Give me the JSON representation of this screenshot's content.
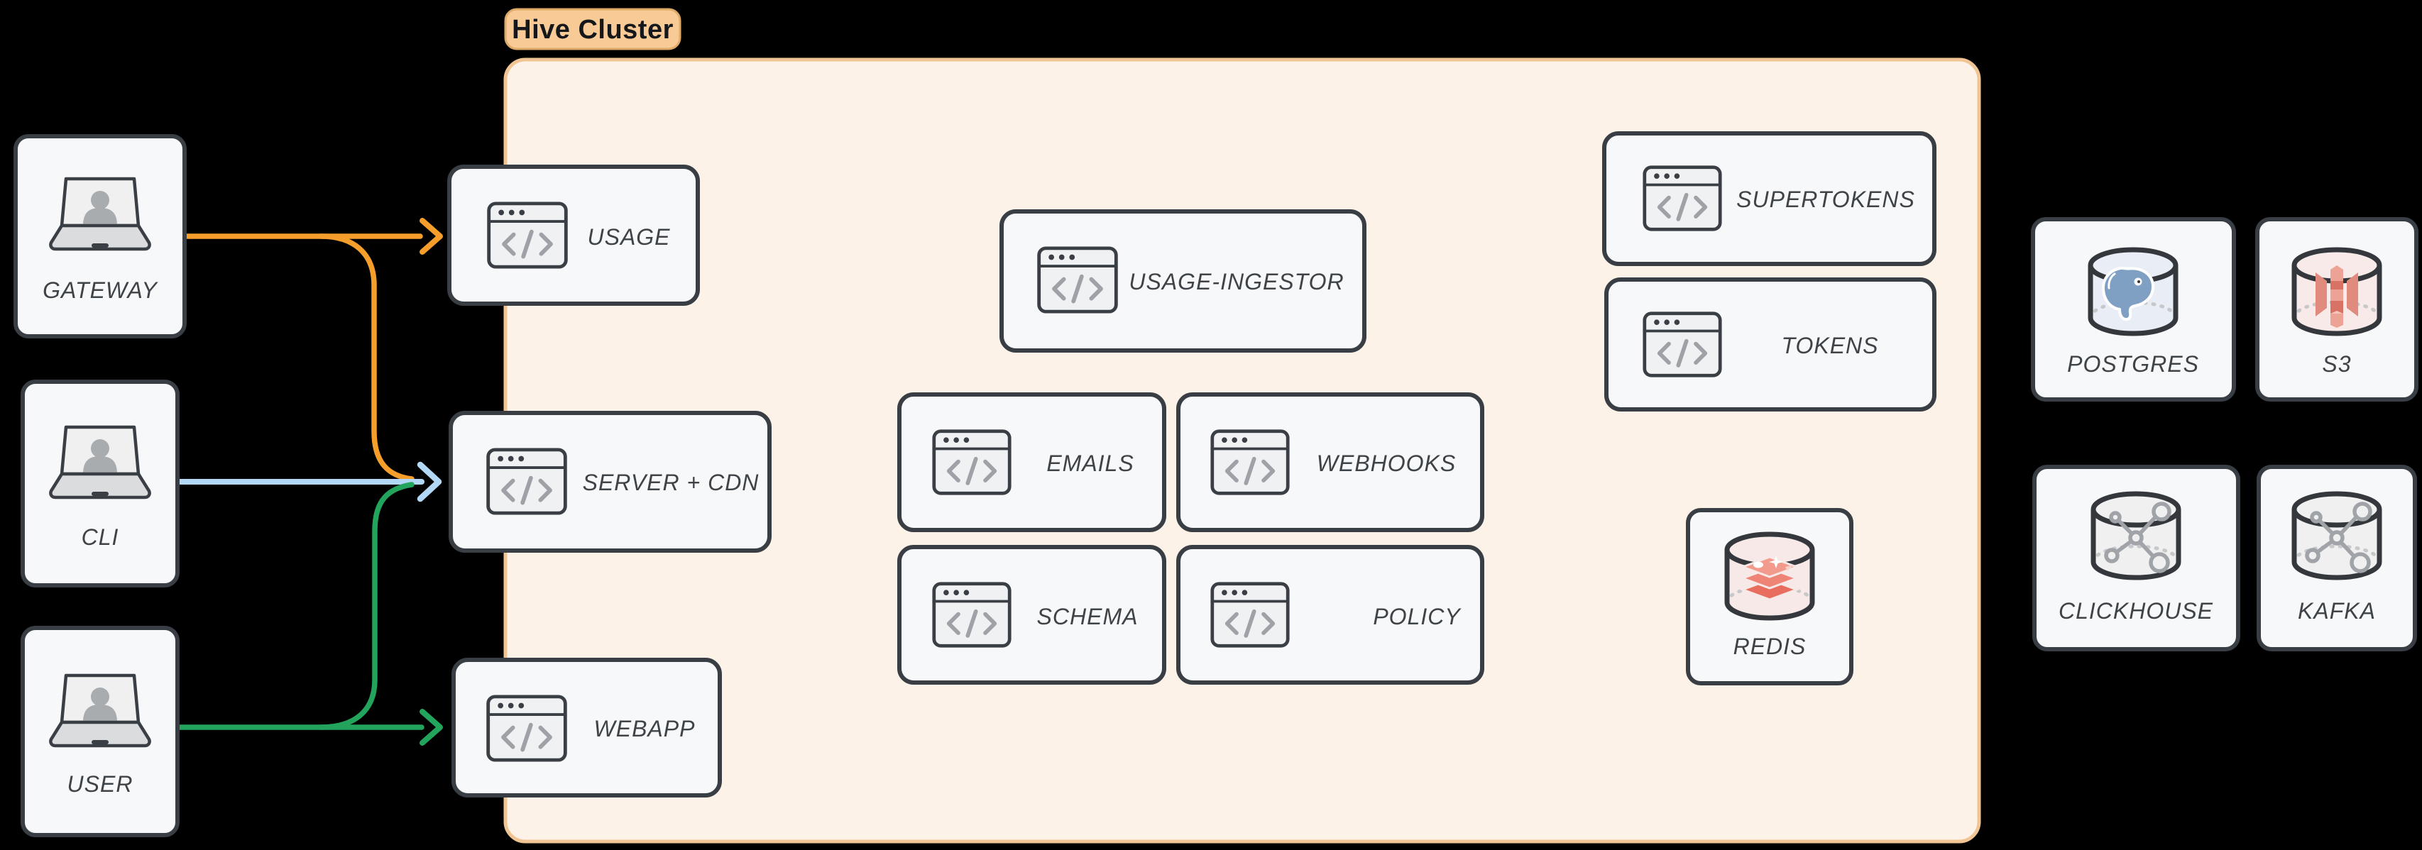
{
  "diagram": {
    "cluster_label": "Hive Cluster",
    "actors": [
      {
        "label": "GATEWAY",
        "icon": "laptop-user-icon"
      },
      {
        "label": "CLI",
        "icon": "laptop-user-icon"
      },
      {
        "label": "USER",
        "icon": "laptop-user-icon"
      }
    ],
    "services": [
      {
        "label": "USAGE",
        "icon": "code-window-icon"
      },
      {
        "label": "SERVER + CDN",
        "icon": "code-window-icon"
      },
      {
        "label": "WEBAPP",
        "icon": "code-window-icon"
      },
      {
        "label": "USAGE-INGESTOR",
        "icon": "code-window-icon"
      },
      {
        "label": "EMAILS",
        "icon": "code-window-icon"
      },
      {
        "label": "WEBHOOKS",
        "icon": "code-window-icon"
      },
      {
        "label": "SCHEMA",
        "icon": "code-window-icon"
      },
      {
        "label": "POLICY",
        "icon": "code-window-icon"
      },
      {
        "label": "SUPERTOKENS",
        "icon": "code-window-icon"
      },
      {
        "label": "TOKENS",
        "icon": "code-window-icon"
      }
    ],
    "datastores": [
      {
        "label": "REDIS",
        "icon": "redis-cylinder-icon"
      },
      {
        "label": "POSTGRES",
        "icon": "postgres-cylinder-icon"
      },
      {
        "label": "S3",
        "icon": "s3-cylinder-icon"
      },
      {
        "label": "CLICKHOUSE",
        "icon": "network-cylinder-icon"
      },
      {
        "label": "KAFKA",
        "icon": "network-cylinder-icon"
      }
    ],
    "edges": [
      {
        "from": "GATEWAY",
        "to": "USAGE",
        "color": "#F59E2B"
      },
      {
        "from": "GATEWAY",
        "to": "SERVER + CDN",
        "color": "#F59E2B"
      },
      {
        "from": "CLI",
        "to": "SERVER + CDN",
        "color": "#B3D8F6"
      },
      {
        "from": "USER",
        "to": "SERVER + CDN",
        "color": "#23A45C"
      },
      {
        "from": "USER",
        "to": "WEBAPP",
        "color": "#23A45C"
      }
    ],
    "colors": {
      "background": "#000000",
      "cluster_fill": "#FDF2E7",
      "cluster_border": "#F1C493",
      "cluster_label_fill": "#F7CA96",
      "node_fill": "#F7F8F9",
      "node_border": "#383E44",
      "arrow_orange": "#F59E2B",
      "arrow_blue": "#B3D8F6",
      "arrow_green": "#23A45C"
    }
  }
}
